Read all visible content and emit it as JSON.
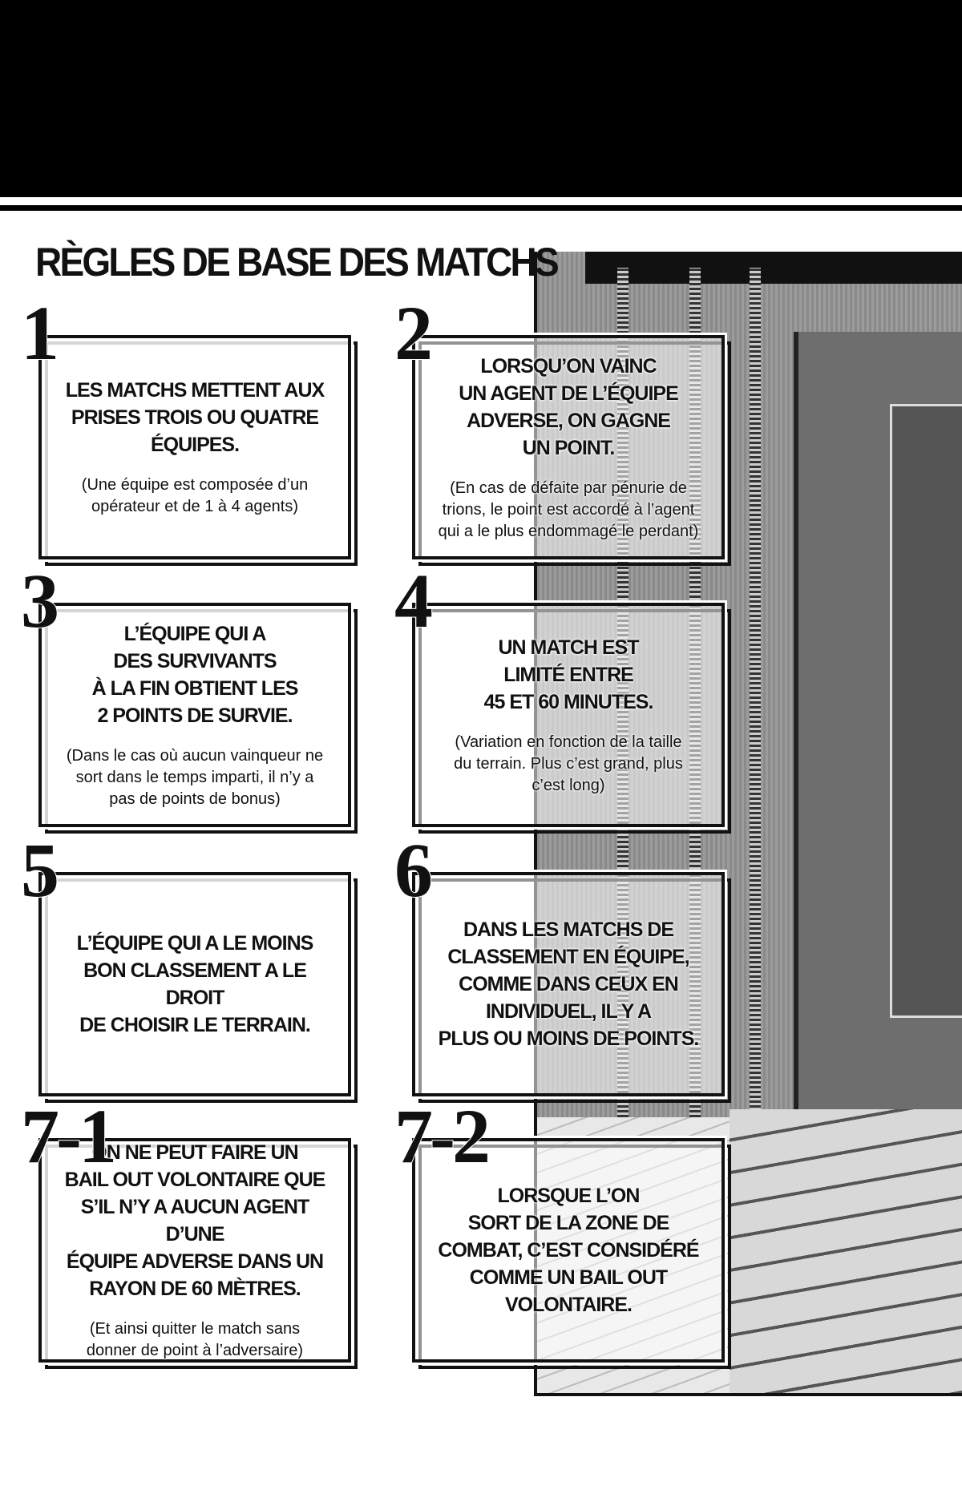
{
  "title": "RÈGLES DE BASE DES MATCHS",
  "rules": [
    {
      "number": "1",
      "text": "LES MATCHS METTENT AUX\nPRISES TROIS OU QUATRE\nÉQUIPES.",
      "note": "(Une équipe est composée d’un\nopérateur et de 1 à 4 agents)"
    },
    {
      "number": "2",
      "text": "LORSQU’ON VAINC\nUN AGENT DE L’ÉQUIPE\nADVERSE, ON GAGNE\nUN POINT.",
      "note": "(En cas de défaite par pénurie de\ntrions, le point est accordé à l’agent\nqui a le plus endommagé le perdant)"
    },
    {
      "number": "3",
      "text": "L’ÉQUIPE QUI A\nDES SURVIVANTS\nÀ LA FIN OBTIENT LES\n2 POINTS DE SURVIE.",
      "note": "(Dans le cas où aucun vainqueur ne\nsort dans le temps imparti, il n’y a\npas de points de bonus)"
    },
    {
      "number": "4",
      "text": "UN MATCH EST\nLIMITÉ ENTRE\n45 ET 60 MINUTES.",
      "note": "(Variation en fonction de la taille\ndu terrain. Plus c’est grand, plus\nc’est long)"
    },
    {
      "number": "5",
      "text": "L’ÉQUIPE QUI A LE MOINS\nBON CLASSEMENT A LE DROIT\nDE CHOISIR LE TERRAIN."
    },
    {
      "number": "6",
      "text": "DANS LES MATCHS DE\nCLASSEMENT EN ÉQUIPE,\nCOMME DANS CEUX EN\nINDIVIDUEL, IL Y A\nPLUS OU MOINS DE POINTS."
    },
    {
      "number": "7-1",
      "text": "ON NE PEUT FAIRE UN\nBAIL OUT VOLONTAIRE QUE\nS’IL N’Y A AUCUN AGENT D’UNE\nÉQUIPE ADVERSE DANS UN\nRAYON DE 60 MÈTRES.",
      "note": "(Et ainsi quitter le match sans\ndonner de point à l’adversaire)"
    },
    {
      "number": "7-2",
      "text": "LORSQUE L’ON\nSORT DE LA ZONE DE\nCOMBAT, C’EST CONSIDÉRÉ\nCOMME UN BAIL OUT\nVOLONTAIRE."
    }
  ]
}
